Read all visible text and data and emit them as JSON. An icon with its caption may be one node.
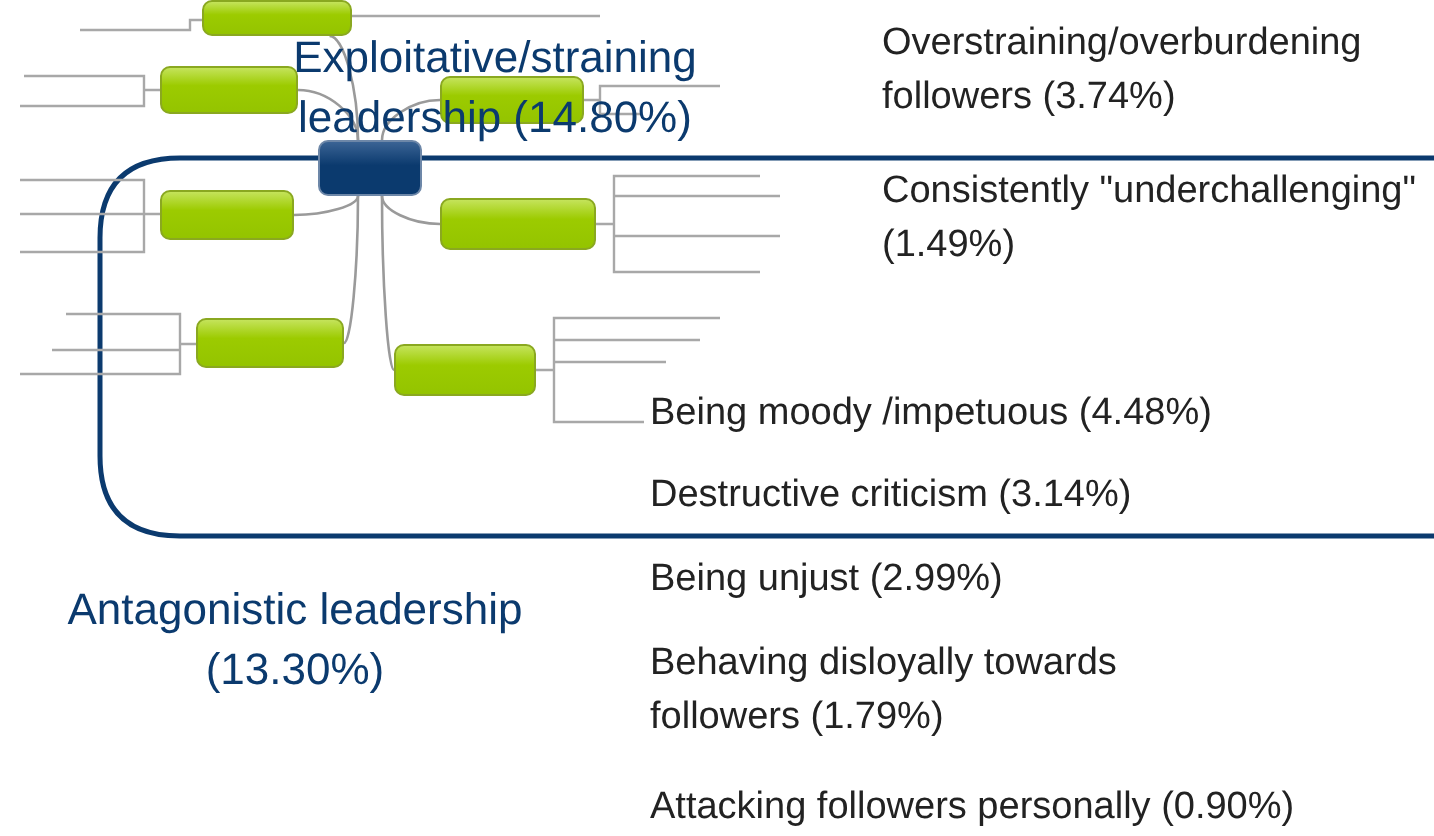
{
  "diagram": {
    "nodes": [
      {
        "text": [],
        "shape": "box"
      },
      {
        "text": [],
        "shape": "box"
      },
      {
        "text": [],
        "shape": "box"
      },
      {
        "text": [],
        "shape": "box"
      },
      {
        "text": [],
        "shape": "box"
      },
      {
        "text": [],
        "shape": "box"
      },
      {
        "text": [],
        "shape": "box"
      },
      {
        "text": [],
        "shape": "box"
      }
    ],
    "edges": [
      {
        "from": 0,
        "to": 1,
        "arrow": "none"
      },
      {
        "from": 0,
        "to": 2,
        "arrow": "none"
      },
      {
        "from": 0,
        "to": 3,
        "arrow": "none"
      },
      {
        "from": 0,
        "to": 4,
        "arrow": "none"
      },
      {
        "from": 0,
        "to": 5,
        "arrow": "none"
      },
      {
        "from": 0,
        "to": 6,
        "arrow": "none"
      },
      {
        "from": 0,
        "to": 7,
        "arrow": "none"
      }
    ],
    "labels": [
      "Exploitative/straining leadership (14.80%)",
      "Overstraining/overburdening followers (3.74%)",
      "Consistently \"underchallenging\" (1.49%)",
      "Being moody /impetuous (4.48%)",
      "Destructive criticism (3.14%)",
      "Being unjust (2.99%)",
      "Antagonistic leadership (13.30%)",
      "Behaving disloyally towards followers (1.79%)",
      "Attacking followers personally (0.90%)"
    ]
  }
}
